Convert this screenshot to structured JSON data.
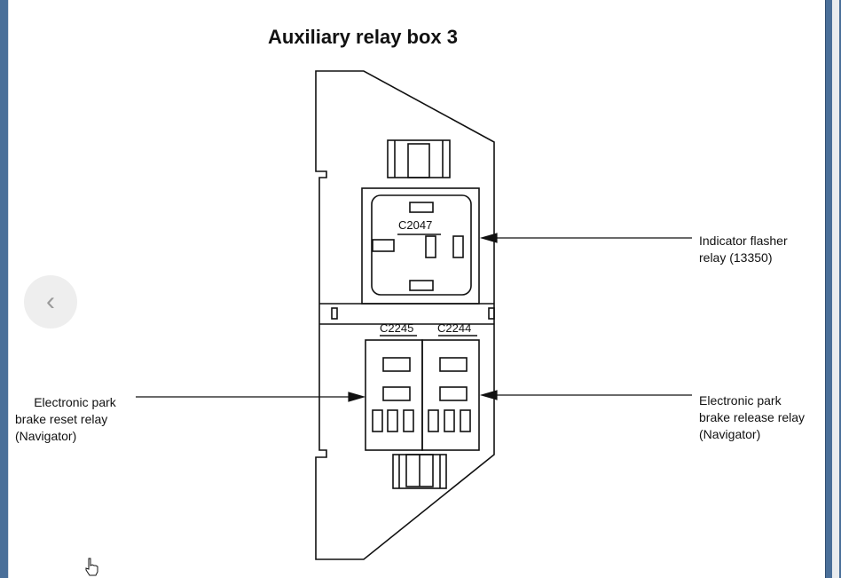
{
  "title": "Auxiliary relay box 3",
  "connectors": {
    "top": "C2047",
    "left": "C2245",
    "right": "C2244"
  },
  "labels": {
    "indicator_line1": "Indicator flasher",
    "indicator_line2": "relay (13350)",
    "reset_line1": "Electronic park",
    "reset_line2": "brake reset relay",
    "reset_line3": "(Navigator)",
    "release_line1": "Electronic park",
    "release_line2": "brake release relay",
    "release_line3": "(Navigator)"
  },
  "nav": {
    "prev_glyph": "‹"
  },
  "icons": {
    "prev": "chevron-left-icon",
    "cursor": "hand-cursor-icon"
  }
}
